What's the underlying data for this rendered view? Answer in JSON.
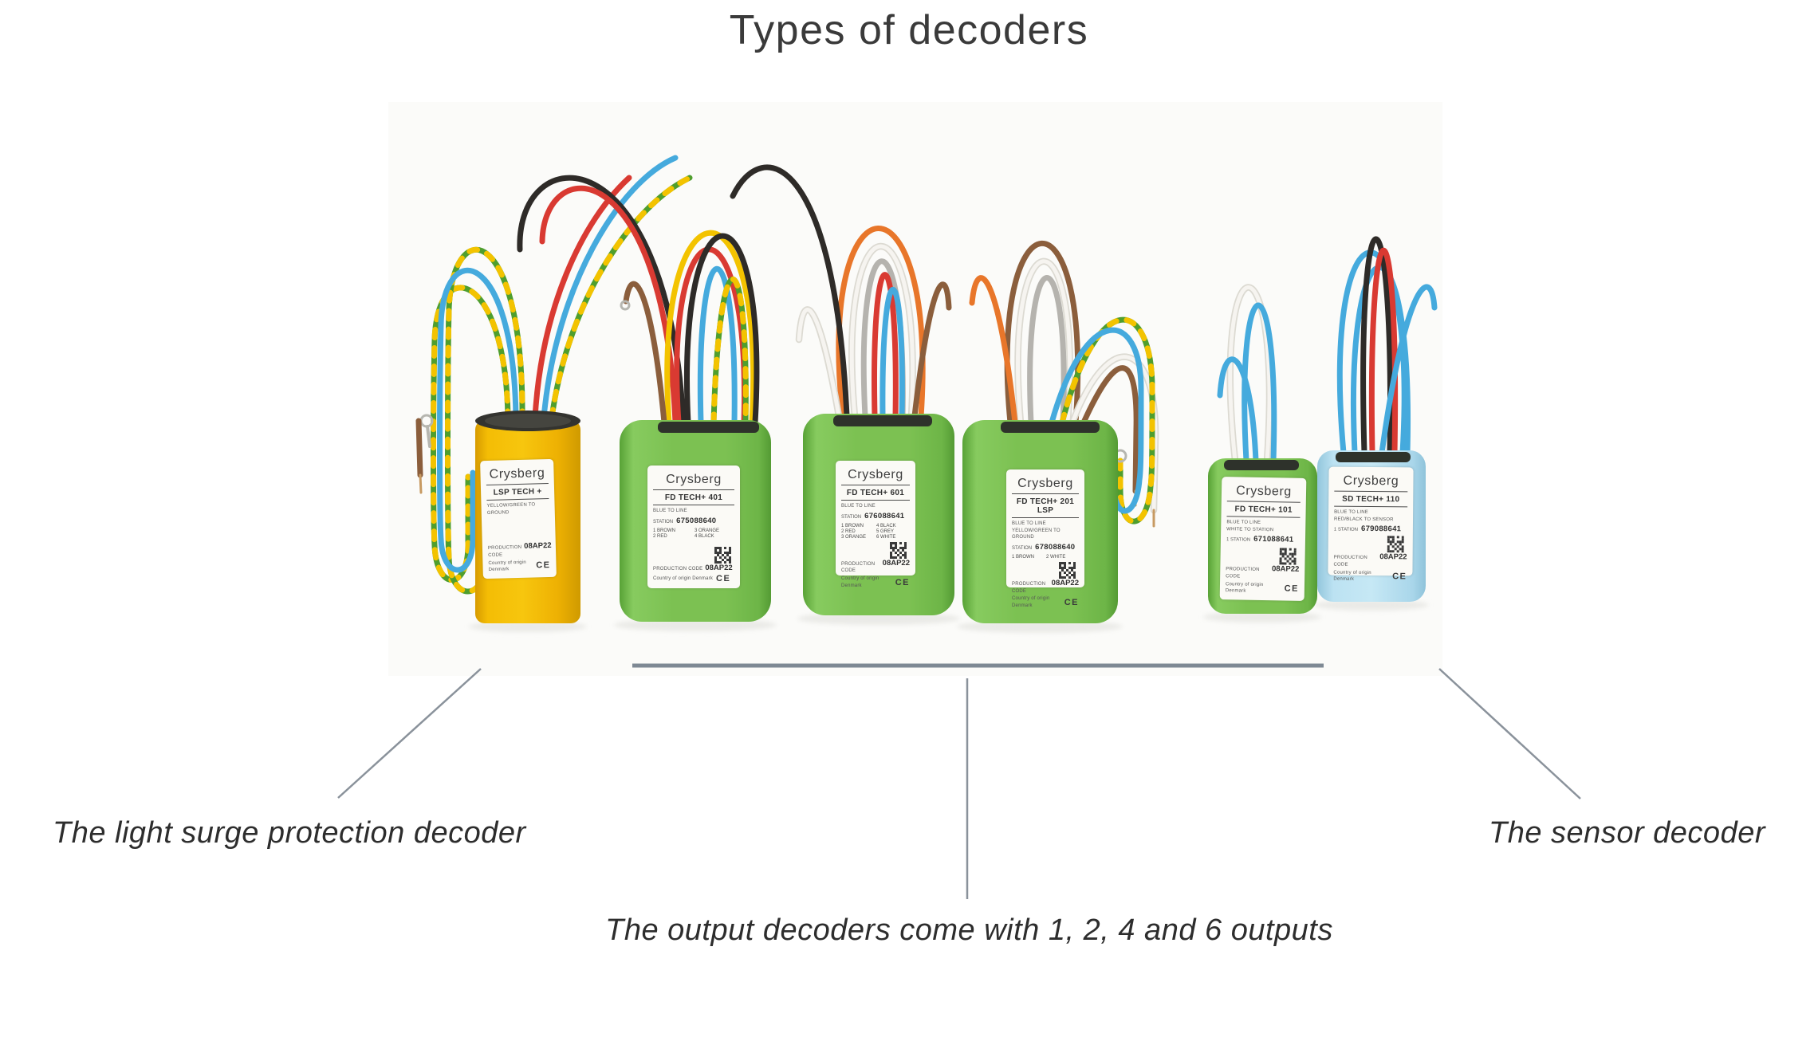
{
  "title": "Types of decoders",
  "brand": "Crysberg",
  "labels": {
    "production_code": "PRODUCTION CODE",
    "origin": "Country of origin Denmark",
    "ce": "CE"
  },
  "captions": {
    "left": "The light surge protection decoder",
    "right": "The sensor decoder",
    "bottom": "The output decoders come with 1, 2, 4 and 6 outputs"
  },
  "decoders": [
    {
      "name": "light-surge-protection-decoder",
      "model": "LSP TECH +",
      "line1": "YELLOW/GREEN TO GROUND",
      "prod_code": "08AP22",
      "body_color": "#f2b705"
    },
    {
      "name": "output-decoder-4-outputs",
      "model": "FD TECH+ 401",
      "line1": "BLUE TO LINE",
      "station_label": "STATION",
      "station": "675088640",
      "wiring": [
        [
          "1 BROWN",
          "3 ORANGE"
        ],
        [
          "2 RED",
          "4 BLACK"
        ]
      ],
      "prod_code": "08AP22",
      "body_color": "#7cc152"
    },
    {
      "name": "output-decoder-6-outputs",
      "model": "FD TECH+ 601",
      "line1": "BLUE TO LINE",
      "station_label": "STATION",
      "station": "676088641",
      "wiring": [
        [
          "1 BROWN",
          "4 BLACK"
        ],
        [
          "2 RED",
          "5 GREY"
        ],
        [
          "3 ORANGE",
          "6 WHITE"
        ]
      ],
      "prod_code": "08AP22",
      "body_color": "#7cc152"
    },
    {
      "name": "output-decoder-2-outputs-lsp",
      "model": "FD TECH+ 201 LSP",
      "line1": "BLUE TO LINE",
      "line2": "YELLOW/GREEN TO GROUND",
      "station_label": "STATION",
      "station": "678088640",
      "wiring": [
        [
          "1 BROWN",
          "2 WHITE"
        ]
      ],
      "prod_code": "08AP22",
      "body_color": "#7cc152"
    },
    {
      "name": "output-decoder-1-output",
      "model": "FD TECH+ 101",
      "line1": "BLUE TO LINE",
      "line2": "WHITE TO STATION",
      "station_label": "1 STATION",
      "station": "671088641",
      "prod_code": "08AP22",
      "body_color": "#7cc152"
    },
    {
      "name": "sensor-decoder",
      "model": "SD TECH+ 110",
      "line1": "BLUE TO LINE",
      "line2": "RED/BLACK TO SENSOR",
      "station_label": "1 STATION",
      "station": "679088641",
      "prod_code": "08AP22",
      "body_color": "#b5ddee"
    }
  ],
  "colors": {
    "accent_line": "#7e8994",
    "pointer_line": "#8a929b",
    "wire_blue": "#45aadd",
    "wire_red": "#d93a32",
    "wire_black": "#2e2b28",
    "wire_yellow": "#f3c300",
    "wire_orange": "#e8762a",
    "wire_brown": "#8b5e3c",
    "wire_white": "#f6f4f0",
    "wire_grey": "#b5b3ae",
    "wire_green": "#4f9e2e",
    "body_green": "#7cc152",
    "body_yellow": "#f2b705",
    "body_blue": "#b5ddee"
  }
}
